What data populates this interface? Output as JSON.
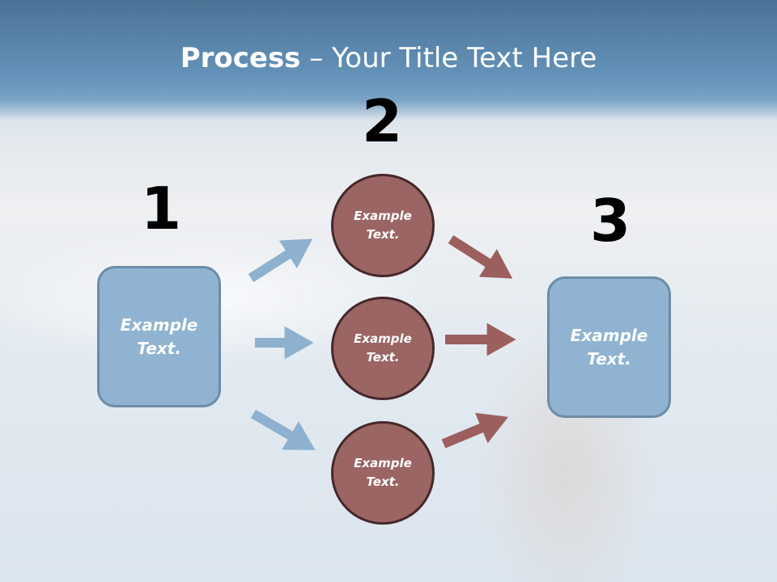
{
  "title": {
    "bold": "Process",
    "rest": " – Your Title Text Here"
  },
  "steps": [
    {
      "number": "1",
      "text_line1": "Example",
      "text_line2": "Text."
    },
    {
      "number": "2",
      "circles": [
        {
          "text_line1": "Example",
          "text_line2": "Text."
        },
        {
          "text_line1": "Example",
          "text_line2": "Text."
        },
        {
          "text_line1": "Example",
          "text_line2": "Text."
        }
      ]
    },
    {
      "number": "3",
      "text_line1": "Example",
      "text_line2": "Text."
    }
  ],
  "colors": {
    "box": "#8fb3d0",
    "circle": "#9b6564",
    "blue_arrow": "#8db1cf",
    "red_arrow": "#9b5f5e"
  }
}
